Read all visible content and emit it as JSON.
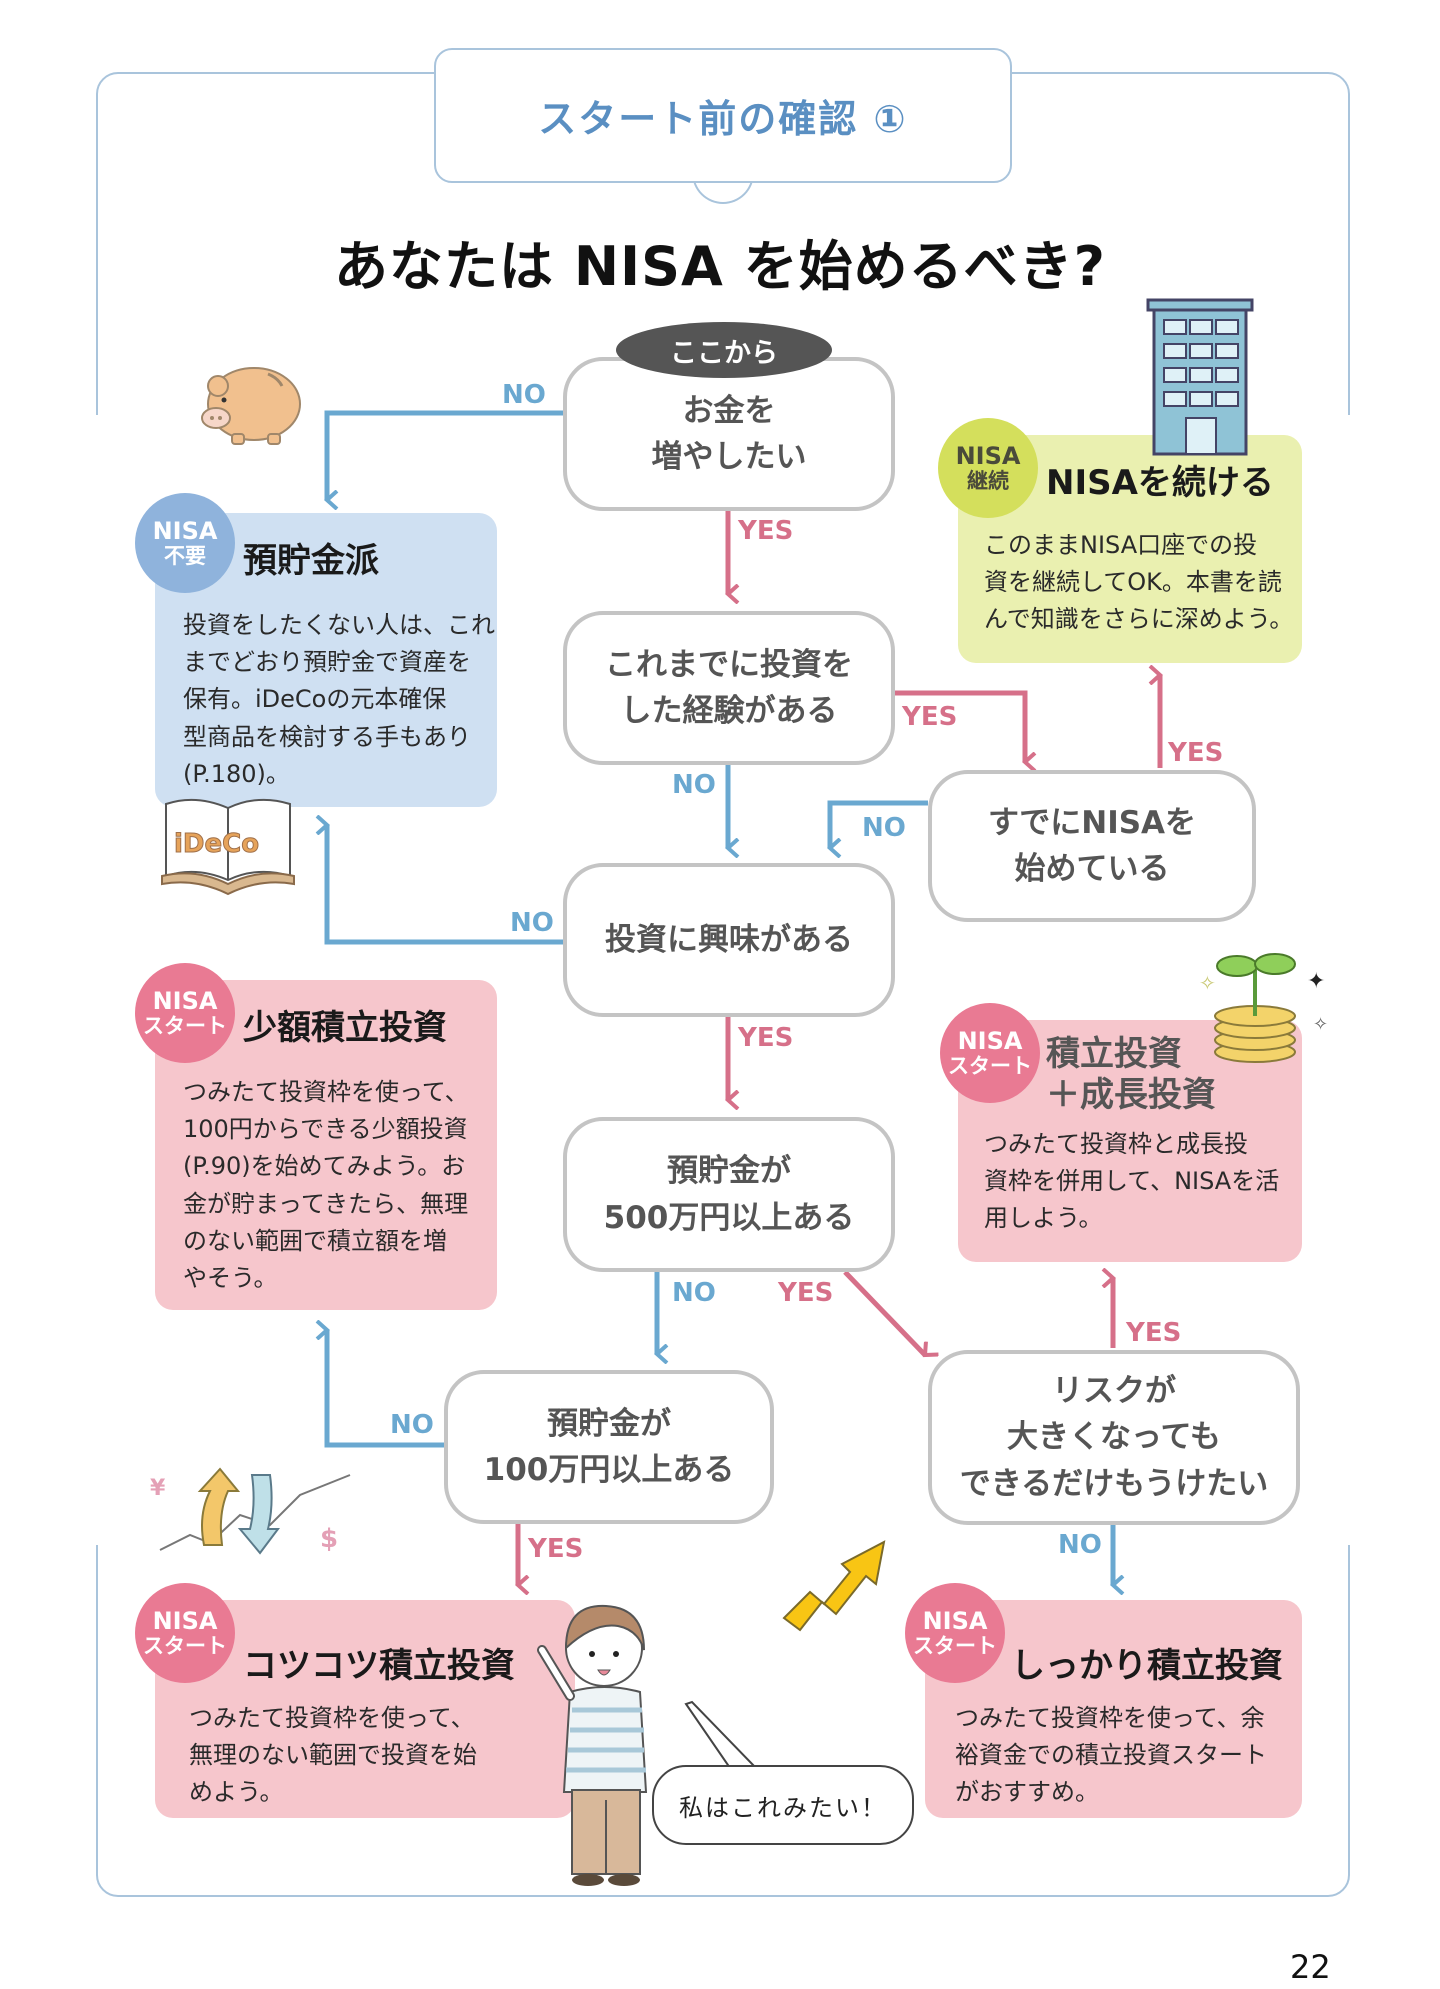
{
  "header": {
    "label": "スタート前の確認 ①"
  },
  "title": "あなたは NISA を始めるべき?",
  "start_label": "ここから",
  "questions": {
    "q1": "お金を\n増やしたい",
    "q2": "これまでに投資を\nした経験がある",
    "q3": "投資に興味がある",
    "q4": "預貯金が\n500万円以上ある",
    "q5": "預貯金が\n100万円以上ある",
    "q6": "すでにNISAを\n始めている",
    "q7": "リスクが\n大きくなっても\nできるだけもうけたい"
  },
  "labels": {
    "yes": "YES",
    "no": "NO"
  },
  "results": {
    "savings": {
      "badge_top": "NISA",
      "badge_bottom": "不要",
      "title": "預貯金派",
      "body": "投資をしたくない人は、これ\nまでどおり預貯金で資産を\n保有。iDeCoの元本確保\n型商品を検討する手もあり\n(P.180)。"
    },
    "continue": {
      "badge_top": "NISA",
      "badge_bottom": "継続",
      "title": "NISAを続ける",
      "body": "このままNISA口座での投\n資を継続してOK。本書を読\nんで知識をさらに深めよう。"
    },
    "small": {
      "badge_top": "NISA",
      "badge_bottom": "スタート",
      "title": "少額積立投資",
      "body": "つみたて投資枠を使って、\n100円からできる少額投資\n(P.90)を始めてみよう。お\n金が貯まってきたら、無理\nのない範囲で積立額を増\nやそう。"
    },
    "growth": {
      "badge_top": "NISA",
      "badge_bottom": "スタート",
      "title": "積立投資\n＋成長投資",
      "body": "つみたて投資枠と成長投\n資枠を併用して、NISAを活\n用しよう。"
    },
    "steady": {
      "badge_top": "NISA",
      "badge_bottom": "スタート",
      "title": "コツコツ積立投資",
      "body": "つみたて投資枠を使って、\n無理のない範囲で投資を始\nめよう。"
    },
    "solid": {
      "badge_top": "NISA",
      "badge_bottom": "スタート",
      "title": "しっかり積立投資",
      "body": "つみたて投資枠を使って、余\n裕資金での積立投資スタート\nがおすすめ。"
    }
  },
  "speech_bubble": "私はこれみたい！",
  "ideco_book_text": "iDeCo",
  "page_number": "22",
  "colors": {
    "yes": "#d67089",
    "no": "#6aa8d0",
    "frame": "#a9c4dc",
    "header_text": "#5a8fc2",
    "savings_bg": "#cfe0f2",
    "continue_bg": "#eaf0b0",
    "start_bg": "#f6c6cc"
  }
}
